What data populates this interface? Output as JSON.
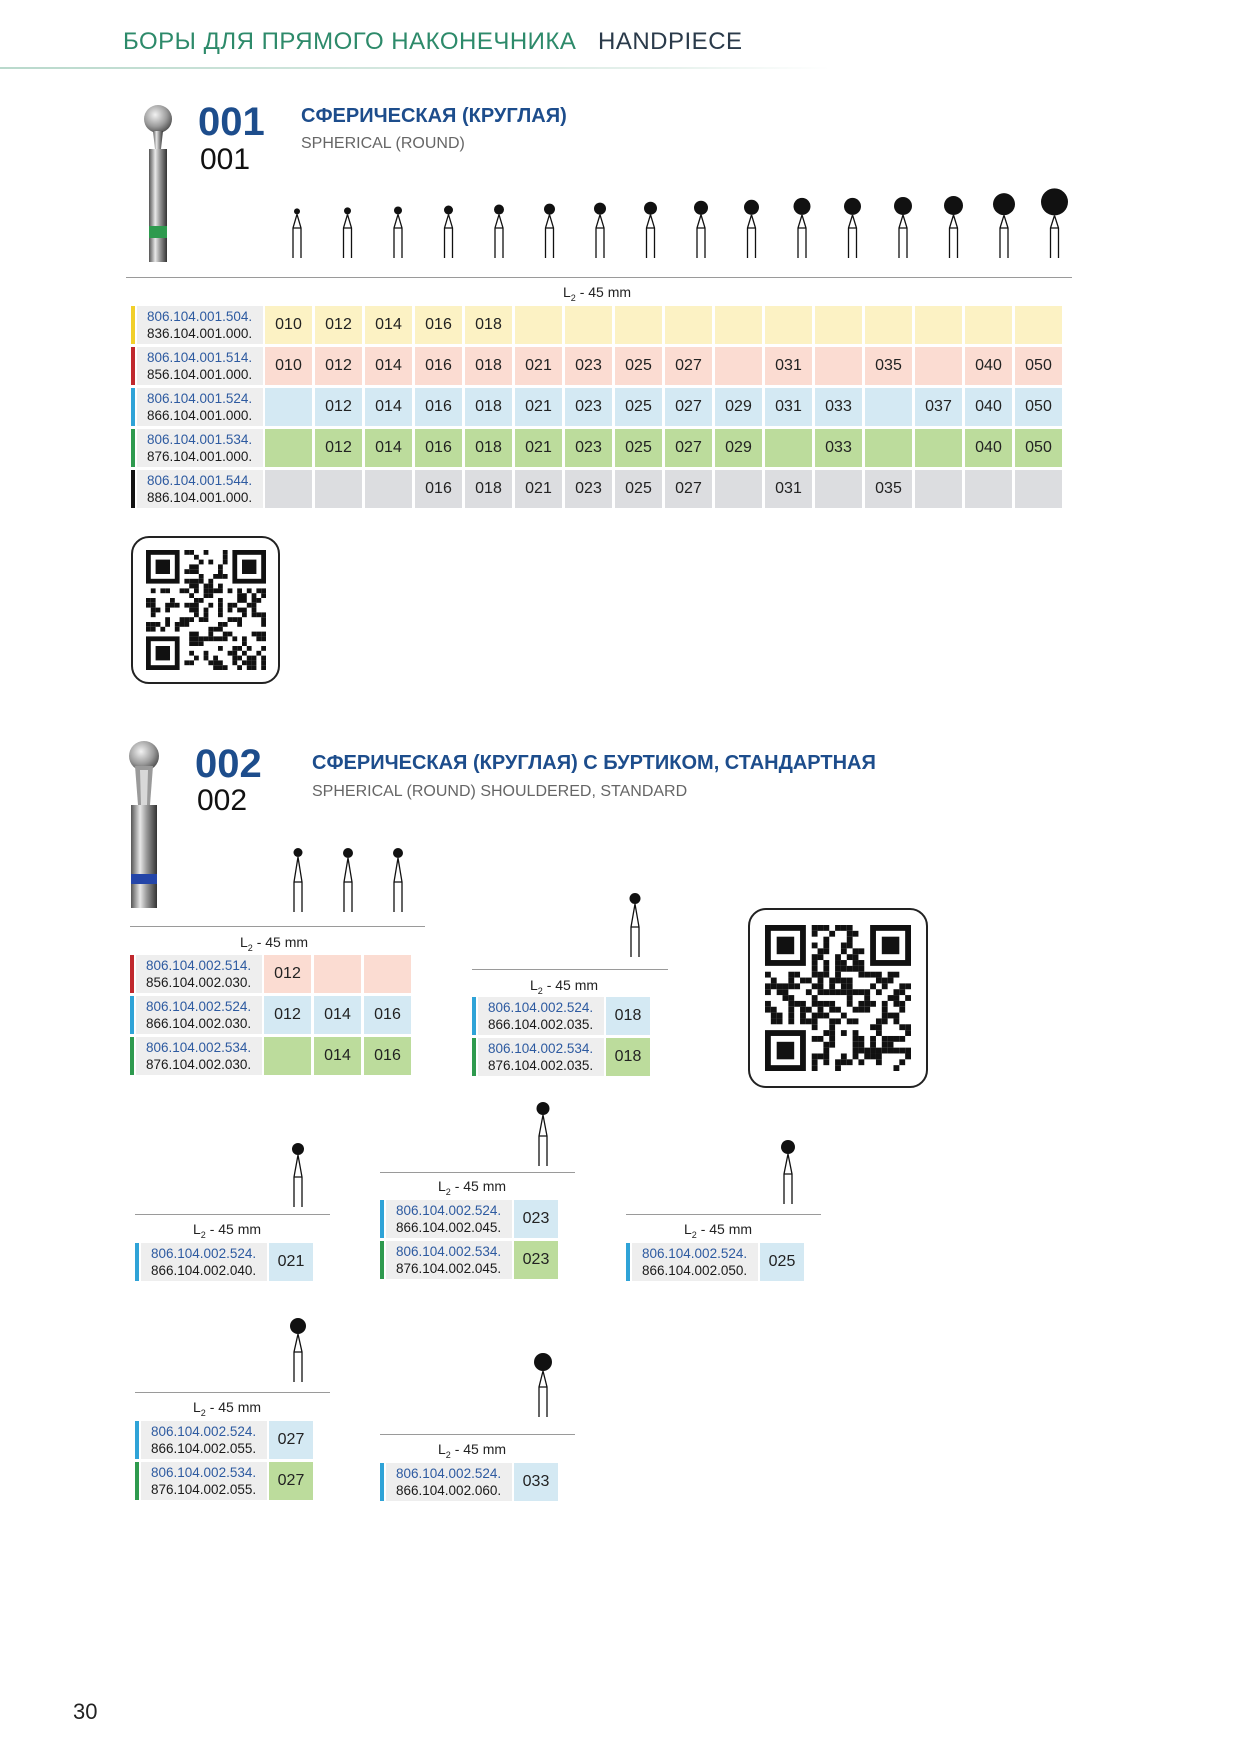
{
  "header": {
    "ru": "БОРЫ ДЛЯ ПРЯМОГО НАКОНЕЧНИКА",
    "en": "HANDPIECE"
  },
  "section1": {
    "code_big": "001",
    "code_small": "001",
    "title_ru": "СФЕРИЧЕСКАЯ (КРУГЛАЯ)",
    "title_en": "SPHERICAL (ROUND)",
    "length_label": "L",
    "length_sub": "2",
    "length_value": " - 45 mm",
    "rows": [
      {
        "color": "yellow",
        "code1": "806.104.001.504.",
        "code2": "836.104.001.000.",
        "cells": [
          "010",
          "012",
          "014",
          "016",
          "018",
          "",
          "",
          "",
          "",
          "",
          "",
          "",
          "",
          "",
          "",
          ""
        ]
      },
      {
        "color": "red",
        "code1": "806.104.001.514.",
        "code2": "856.104.001.000.",
        "cells": [
          "010",
          "012",
          "014",
          "016",
          "018",
          "021",
          "023",
          "025",
          "027",
          "",
          "031",
          "",
          "035",
          "",
          "040",
          "050"
        ]
      },
      {
        "color": "blue",
        "code1": "806.104.001.524.",
        "code2": "866.104.001.000.",
        "cells": [
          "",
          "012",
          "014",
          "016",
          "018",
          "021",
          "023",
          "025",
          "027",
          "029",
          "031",
          "033",
          "",
          "037",
          "040",
          "050"
        ]
      },
      {
        "color": "green",
        "code1": "806.104.001.534.",
        "code2": "876.104.001.000.",
        "cells": [
          "",
          "012",
          "014",
          "016",
          "018",
          "021",
          "023",
          "025",
          "027",
          "029",
          "",
          "033",
          "",
          "",
          "040",
          "050"
        ]
      },
      {
        "color": "black",
        "code1": "806.104.001.544.",
        "code2": "886.104.001.000.",
        "cells": [
          "",
          "",
          "",
          "016",
          "018",
          "021",
          "023",
          "025",
          "027",
          "",
          "031",
          "",
          "035",
          "",
          "",
          ""
        ]
      }
    ]
  },
  "section2": {
    "code_big": "002",
    "code_small": "002",
    "title_ru": "СФЕРИЧЕСКАЯ (КРУГЛАЯ) С БУРТИКОМ, СТАНДАРТНАЯ",
    "title_en": "SPHERICAL (ROUND) SHOULDERED, STANDARD",
    "length_label": "L",
    "length_sub": "2",
    "length_value": " - 45 mm",
    "groups": [
      {
        "rows": [
          {
            "color": "red",
            "code1": "806.104.002.514.",
            "code2": "856.104.002.030.",
            "cells": [
              "012",
              "",
              ""
            ]
          },
          {
            "color": "blue",
            "code1": "806.104.002.524.",
            "code2": "866.104.002.030.",
            "cells": [
              "012",
              "014",
              "016"
            ]
          },
          {
            "color": "green",
            "code1": "806.104.002.534.",
            "code2": "876.104.002.030.",
            "cells": [
              "",
              "014",
              "016"
            ]
          }
        ]
      },
      {
        "rows": [
          {
            "color": "blue",
            "code1": "806.104.002.524.",
            "code2": "866.104.002.035.",
            "cells": [
              "018"
            ]
          },
          {
            "color": "green",
            "code1": "806.104.002.534.",
            "code2": "876.104.002.035.",
            "cells": [
              "018"
            ]
          }
        ]
      },
      {
        "rows": [
          {
            "color": "blue",
            "code1": "806.104.002.524.",
            "code2": "866.104.002.040.",
            "cells": [
              "021"
            ]
          }
        ]
      },
      {
        "rows": [
          {
            "color": "blue",
            "code1": "806.104.002.524.",
            "code2": "866.104.002.045.",
            "cells": [
              "023"
            ]
          },
          {
            "color": "green",
            "code1": "806.104.002.534.",
            "code2": "876.104.002.045.",
            "cells": [
              "023"
            ]
          }
        ]
      },
      {
        "rows": [
          {
            "color": "blue",
            "code1": "806.104.002.524.",
            "code2": "866.104.002.050.",
            "cells": [
              "025"
            ]
          }
        ]
      },
      {
        "rows": [
          {
            "color": "blue",
            "code1": "806.104.002.524.",
            "code2": "866.104.002.055.",
            "cells": [
              "027"
            ]
          },
          {
            "color": "green",
            "code1": "806.104.002.534.",
            "code2": "876.104.002.055.",
            "cells": [
              "027"
            ]
          }
        ]
      },
      {
        "rows": [
          {
            "color": "blue",
            "code1": "806.104.002.524.",
            "code2": "866.104.002.060.",
            "cells": [
              "033"
            ]
          }
        ]
      }
    ]
  },
  "page_number": "30"
}
